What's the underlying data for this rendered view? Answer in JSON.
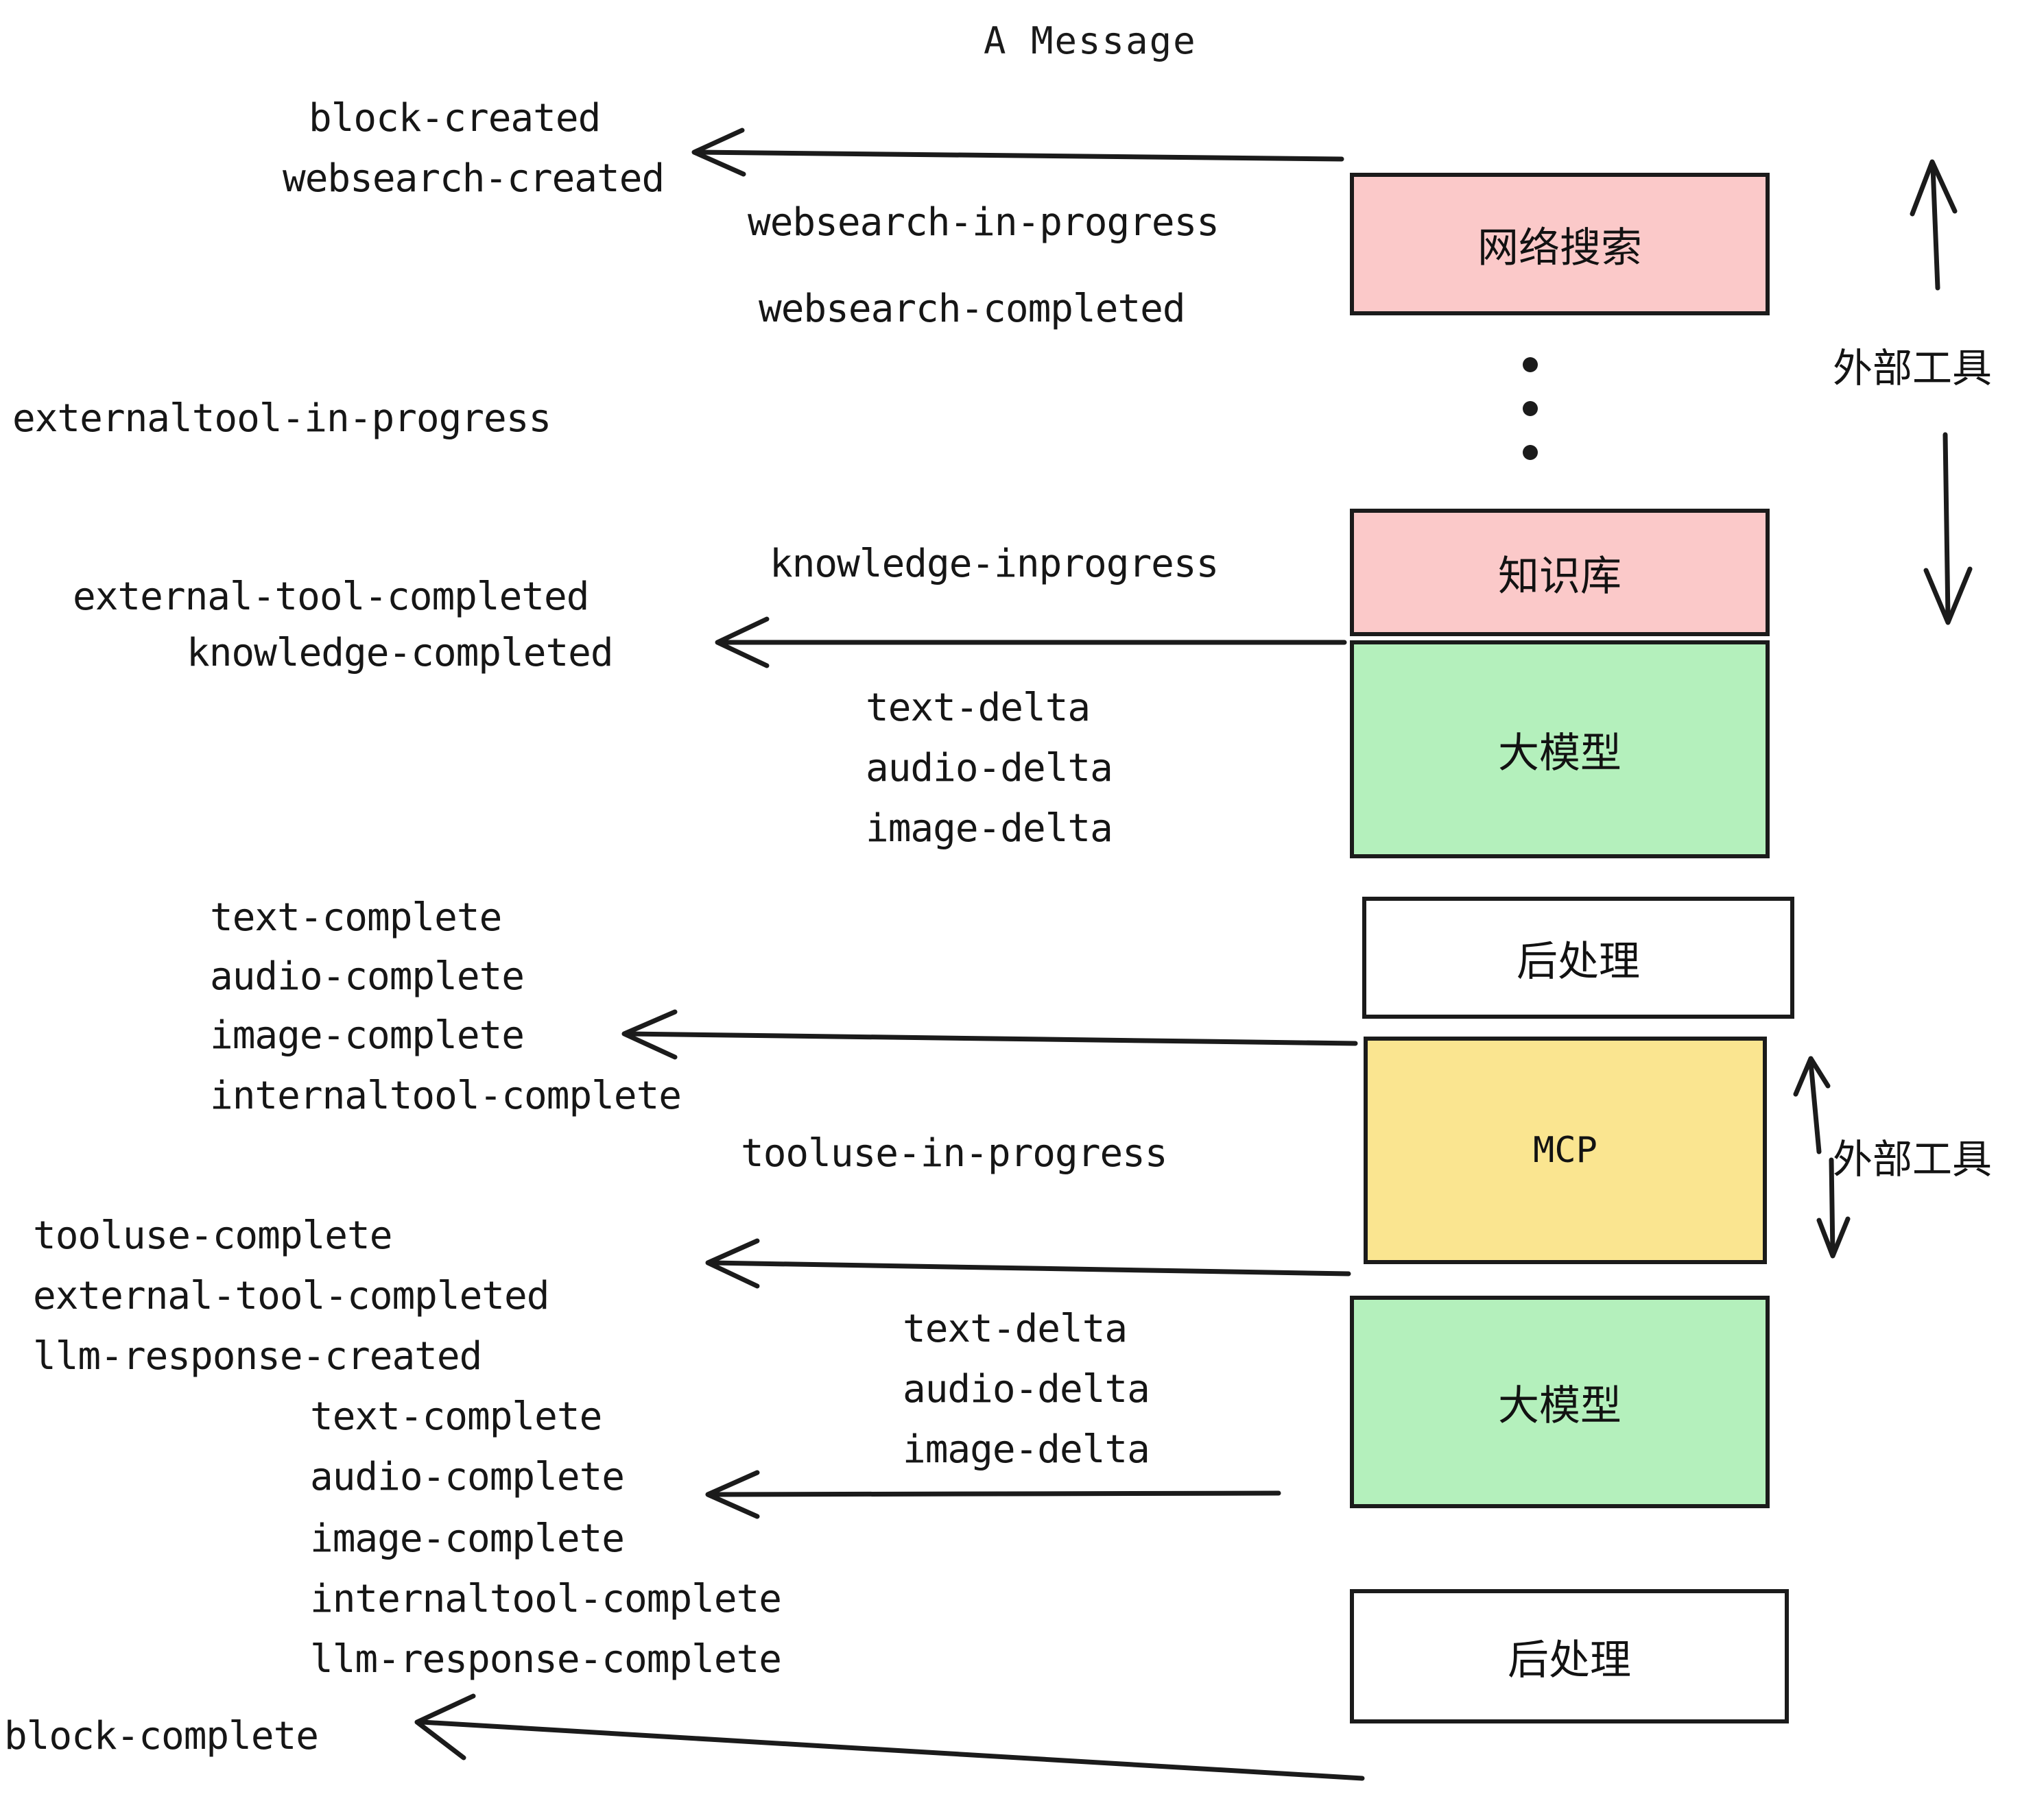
{
  "diagram": {
    "title": "A Message",
    "colors": {
      "pink": "#FBC9C9",
      "green": "#B4F0BC",
      "yellow": "#FAE590",
      "white": "#FFFFFF",
      "stroke": "#1b1b1b",
      "text": "#161616"
    },
    "boxes": [
      {
        "label": "网络搜索",
        "fill": "#FBC9C9"
      },
      {
        "label": "知识库",
        "fill": "#FBC9C9"
      },
      {
        "label": "大模型",
        "fill": "#B4F0BC"
      },
      {
        "label": "后处理",
        "fill": "#FFFFFF"
      },
      {
        "label": "MCP",
        "fill": "#FAE590"
      },
      {
        "label": "大模型",
        "fill": "#B4F0BC"
      },
      {
        "label": "后处理",
        "fill": "#FFFFFF"
      }
    ],
    "side_labels": [
      {
        "label": "外部工具"
      },
      {
        "label": "外部工具"
      }
    ],
    "events": [
      {
        "text": "block-created"
      },
      {
        "text": "websearch-created"
      },
      {
        "text": "websearch-in-progress"
      },
      {
        "text": "websearch-completed"
      },
      {
        "text": "externaltool-in-progress"
      },
      {
        "text": "knowledge-inprogress"
      },
      {
        "text": "external-tool-completed"
      },
      {
        "text": "knowledge-completed"
      },
      {
        "text": "text-delta"
      },
      {
        "text": "audio-delta"
      },
      {
        "text": "image-delta"
      },
      {
        "text": "text-complete"
      },
      {
        "text": "audio-complete"
      },
      {
        "text": "image-complete"
      },
      {
        "text": "internaltool-complete"
      },
      {
        "text": "tooluse-in-progress"
      },
      {
        "text": "tooluse-complete"
      },
      {
        "text": "external-tool-completed"
      },
      {
        "text": "llm-response-created"
      },
      {
        "text": "text-delta"
      },
      {
        "text": "audio-delta"
      },
      {
        "text": "image-delta"
      },
      {
        "text": "text-complete"
      },
      {
        "text": "audio-complete"
      },
      {
        "text": "image-complete"
      },
      {
        "text": "internaltool-complete"
      },
      {
        "text": "llm-response-complete"
      },
      {
        "text": "block-complete"
      }
    ]
  }
}
